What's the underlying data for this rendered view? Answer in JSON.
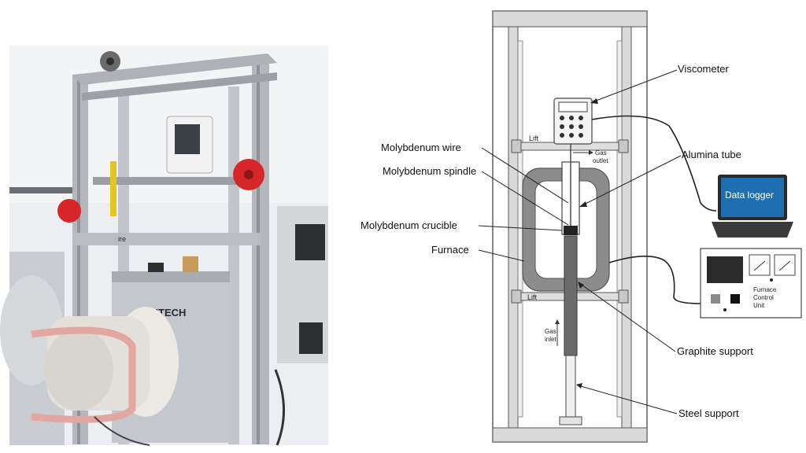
{
  "photo": {
    "brand_label": "ENTECH",
    "bar_label": "ire"
  },
  "diagram": {
    "labels": {
      "viscometer": "Viscometer",
      "molybdenum_wire": "Molybdenum wire",
      "molybdenum_spindle": "Molybdenum spindle",
      "alumina_tube": "Alumina tube",
      "molybdenum_crucible": "Molybdenum crucible",
      "furnace": "Furnace",
      "graphite_support": "Graphite support",
      "steel_support": "Steel support"
    },
    "small_labels": {
      "lift_top": "Lift",
      "lift_bottom": "Lift",
      "gas_outlet_1": "Gas",
      "gas_outlet_2": "outlet",
      "gas_inlet_1": "Gas",
      "gas_inlet_2": "inlet"
    },
    "data_logger": "Data logger",
    "control_unit": [
      "Furnace",
      "Control",
      "Unit"
    ]
  },
  "colors": {
    "frame": "#8a8a8a",
    "furnace": "#8c8c8c",
    "dark": "#3a3a3a",
    "laptop_screen": "#1f6fb0"
  }
}
